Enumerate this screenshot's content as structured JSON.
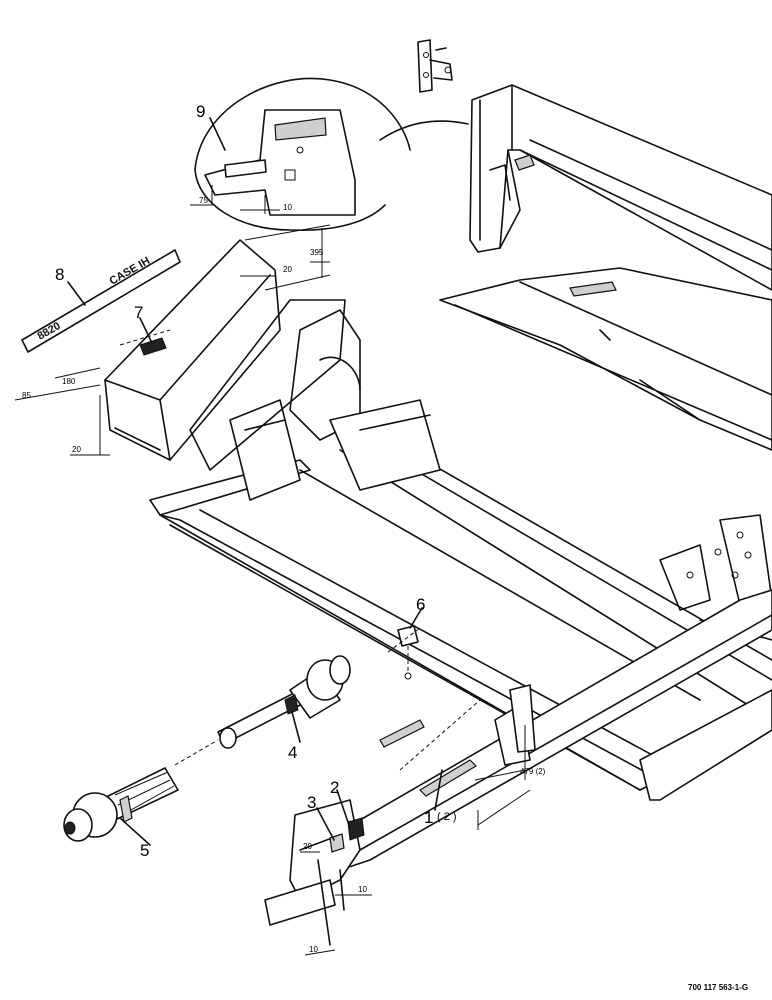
{
  "diagram": {
    "callouts": {
      "c1": "1",
      "c1_qty": "( 2 )",
      "c2": "2",
      "c3": "3",
      "c4": "4",
      "c5": "5",
      "c6": "6",
      "c7": "7",
      "c8": "8",
      "c9": "9"
    },
    "dimensions": {
      "d395": "395",
      "d20_top": "20",
      "d180": "180",
      "d85": "85",
      "d20_left": "20",
      "d75": "75",
      "d10_detail": "10",
      "d479": "479 (2)",
      "d20_front": "20",
      "d10_front_a": "10",
      "d10_front_b": "10"
    },
    "decals": {
      "case_logo": "CASE IH",
      "model_number": "8820"
    },
    "footer": {
      "drawing_number": "700 117 563-1-G"
    }
  }
}
